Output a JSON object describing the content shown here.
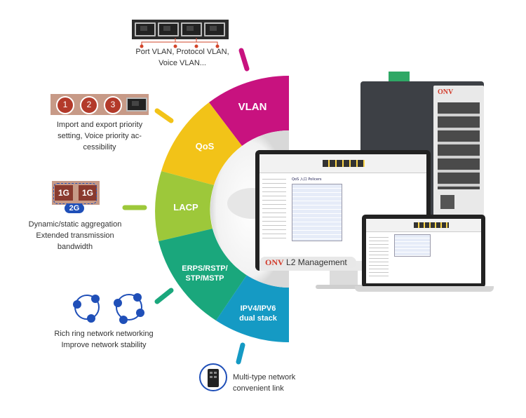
{
  "wheel": {
    "segments": [
      {
        "label": "VLAN",
        "color": "#c8127f"
      },
      {
        "label": "QoS",
        "color": "#f2c318"
      },
      {
        "label": "LACP",
        "color": "#9dc83a"
      },
      {
        "label": "ERPS/RSTP/",
        "label2": "STP/MSTP",
        "color": "#1aa77c"
      },
      {
        "label": "IPV4/IPV6",
        "label2": "dual stack",
        "color": "#159ac4"
      }
    ]
  },
  "features": {
    "vlan": {
      "line1": "Port VLAN, Protocol VLAN,",
      "line2": "Voice VLAN..."
    },
    "qos": {
      "line1": "Import and export priority",
      "line2": "setting, Voice priority ac-",
      "line3": "cessibility",
      "badges": [
        "1",
        "2",
        "3"
      ]
    },
    "lacp": {
      "line1": "Dynamic/static aggregation",
      "line2": "Extended transmission",
      "line3": "bandwidth",
      "port1": "1G",
      "port2": "1G",
      "combined": "2G"
    },
    "ring": {
      "line1": "Rich ring network networking",
      "line2": "Improve network stability"
    },
    "link": {
      "line1": "Multi-type network",
      "line2": "convenient link"
    }
  },
  "monitor": {
    "brand": "ONV",
    "title": "L2 Management",
    "panel_title": "QoS 入口 Policers"
  },
  "device": {
    "brand": "ONV"
  }
}
